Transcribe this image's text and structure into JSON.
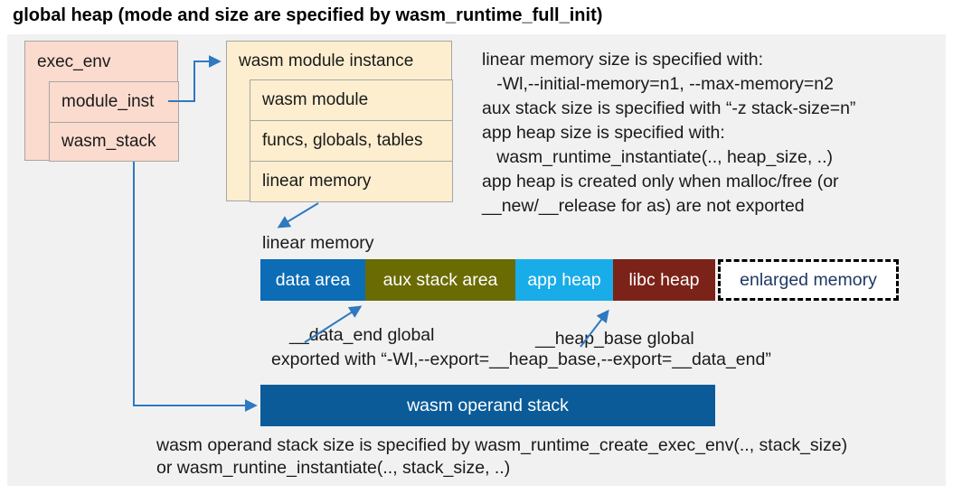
{
  "title": "global heap (mode and size are specified by wasm_runtime_full_init)",
  "exec_env": {
    "label": "exec_env",
    "fields": [
      "module_inst",
      "wasm_stack"
    ]
  },
  "module_instance": {
    "label": "wasm module instance",
    "fields": [
      "wasm module",
      "funcs, globals, tables",
      "linear memory"
    ]
  },
  "notes_right": {
    "lines": [
      "linear memory size is specified with:",
      "   -Wl,--initial-memory=n1, --max-memory=n2",
      "aux stack size is specified with “-z stack-size=n”",
      "app heap size is specified with:",
      "   wasm_runtime_instantiate(.., heap_size, ..)",
      "app heap is created only when malloc/free (or",
      "__new/__release for as) are not exported"
    ]
  },
  "linear_memory": {
    "label": "linear memory",
    "segments": [
      {
        "label": "data area",
        "color": "#0c6cb5",
        "text_color": "#ffffff"
      },
      {
        "label": "aux stack area",
        "color": "#6a6b02",
        "text_color": "#ffffff"
      },
      {
        "label": "app heap",
        "color": "#18ace8",
        "text_color": "#ffffff"
      },
      {
        "label": "libc heap",
        "color": "#7b2318",
        "text_color": "#ffffff"
      },
      {
        "label": "enlarged memory",
        "color": "#ffffff",
        "text_color": "#1f3864"
      }
    ],
    "data_end_label": "__data_end global",
    "heap_base_label": "__heap_base global",
    "export_note": "exported with “-Wl,--export=__heap_base,--export=__data_end”"
  },
  "operand_stack": {
    "label": "wasm operand stack",
    "color": "#0b5b99",
    "note_lines": [
      "wasm operand stack size is specified by wasm_runtime_create_exec_env(.., stack_size)",
      "or wasm_runtine_instantiate(.., stack_size, ..)"
    ]
  },
  "colors": {
    "canvas": "#f1f1f2",
    "exec_env_fill": "#fbdbce",
    "module_instance_fill": "#fdeecf",
    "connector": "#2e79c0",
    "box_border": "#a6a6a6"
  }
}
